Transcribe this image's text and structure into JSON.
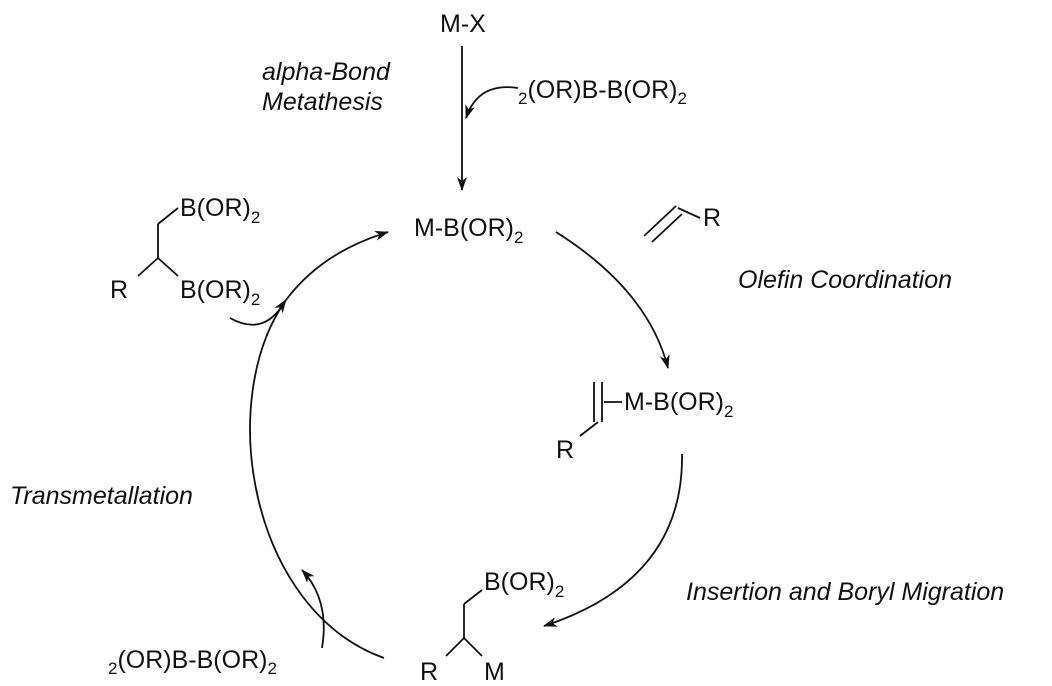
{
  "species": {
    "mx": "M-X",
    "b2_top_pre": "2",
    "b2_top_main": "(OR)B-B(OR)",
    "b2_top_post": "2",
    "mb_main": "M-B(OR)",
    "mb_sub": "2",
    "olefin_r": "R",
    "complex_main": "M-B(OR)",
    "complex_sub": "2",
    "complex_r": "R",
    "alkyl_b_main": "B(OR)",
    "alkyl_b_sub": "2",
    "alkyl_r": "R",
    "alkyl_m": "M",
    "b2_bot_pre": "2",
    "b2_bot_main": "(OR)B-B(OR)",
    "b2_bot_post": "2",
    "product_b1_main": "B(OR)",
    "product_b1_sub": "2",
    "product_b2_main": "B(OR)",
    "product_b2_sub": "2",
    "product_r": "R"
  },
  "steps": {
    "sigma_line1": "alpha-Bond",
    "sigma_line2": "Metathesis",
    "olefin_coordination": "Olefin Coordination",
    "insertion": "Insertion and Boryl Migration",
    "transmetallation": "Transmetallation"
  },
  "colors": {
    "ink": "#111111",
    "background": "#ffffff"
  }
}
